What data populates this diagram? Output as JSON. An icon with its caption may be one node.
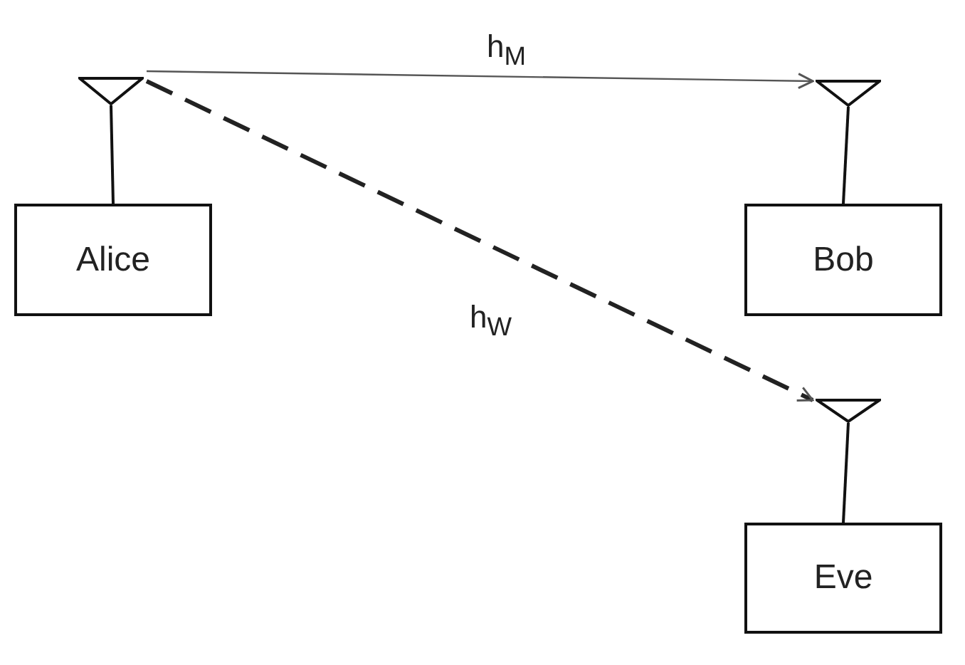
{
  "diagram": {
    "nodes": [
      {
        "text": [],
        "shape": "antenna"
      },
      {
        "text": [
          "Alice"
        ]
      },
      {
        "text": [],
        "shape": "antenna"
      },
      {
        "text": [
          "Bob"
        ]
      },
      {
        "text": [],
        "shape": "antenna"
      },
      {
        "text": [
          "Eve"
        ]
      }
    ],
    "edges": [
      {
        "from": 0,
        "to": 1,
        "arrow": "none"
      },
      {
        "from": 2,
        "to": 3,
        "arrow": "none"
      },
      {
        "from": 4,
        "to": 5,
        "arrow": "none"
      },
      {
        "from": 0,
        "to": 2,
        "arrow": "to",
        "label": "h$_{M}$"
      },
      {
        "from": 0,
        "to": 4,
        "arrow": "to",
        "label": "h$_{W}$",
        "style": "dashed"
      }
    ]
  }
}
